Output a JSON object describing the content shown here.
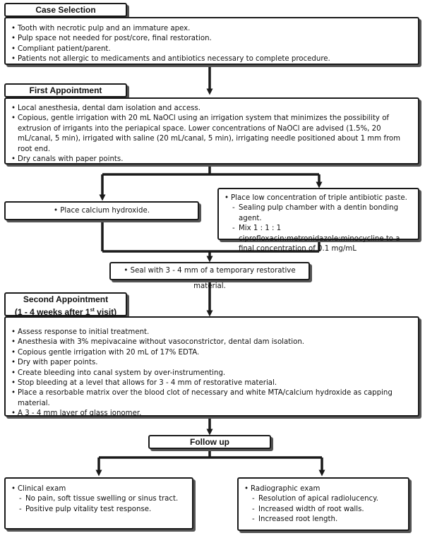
{
  "case_selection": {
    "title": "Case Selection",
    "items": [
      "Tooth with necrotic pulp and an immature apex.",
      "Pulp space not needed for post/core, final restoration.",
      "Compliant patient/parent.",
      "Patients not allergic to medicaments and antibiotics necessary to complete procedure."
    ]
  },
  "first_appointment": {
    "title": "First Appointment",
    "items": [
      "Local anesthesia, dental dam isolation and access.",
      "Copious, gentle irrigation with 20 mL NaOCl using an irrigation system that minimizes the possibility of extrusion of irrigants into the periapical space. Lower concentrations of NaOCl are advised (1.5%, 20 mL/canal, 5 min), irrigated with saline (20 mL/canal, 5 min), irrigating needle positioned about 1 mm from root end.",
      "Dry canals with paper points."
    ]
  },
  "calcium": {
    "text": "Place calcium hydroxide."
  },
  "triple": {
    "main": "Place low concentration of triple antibiotic paste.",
    "subs": [
      "Sealing pulp chamber with a dentin bonding agent.",
      "Mix 1 : 1 : 1 ciprofloxacin:metronidazole:minocycline to a final concentration of 0.1 mg/mL"
    ]
  },
  "seal": {
    "text": "Seal with 3 - 4 mm of a temporary restorative material."
  },
  "second_appointment": {
    "title": "Second Appointment",
    "subtitle_prefix": "(1 - 4 weeks after 1",
    "subtitle_sup": "st",
    "subtitle_suffix": " visit)",
    "items": [
      "Assess response to initial treatment.",
      "Anesthesia with 3% mepivacaine without vasoconstrictor, dental dam isolation.",
      "Copious gentle irrigation with 20 mL of 17% EDTA.",
      "Dry with paper points.",
      "Create bleeding into canal system by over-instrumenting.",
      "Stop bleeding at a level that allows for 3 - 4 mm of restorative material.",
      "Place a resorbable matrix over the blood clot of necessary and white MTA/calcium hydroxide as capping material.",
      "A 3 - 4 mm layer of glass ionomer."
    ]
  },
  "follow_up": {
    "title": "Follow up"
  },
  "clinical": {
    "main": "Clinical exam",
    "subs": [
      "No pain, soft tissue swelling or sinus tract.",
      "Positive pulp vitality test response."
    ]
  },
  "radiographic": {
    "main": "Radiographic exam",
    "subs": [
      "Resolution of apical radiolucency.",
      "Increased width of root walls.",
      "Increased root length."
    ]
  }
}
